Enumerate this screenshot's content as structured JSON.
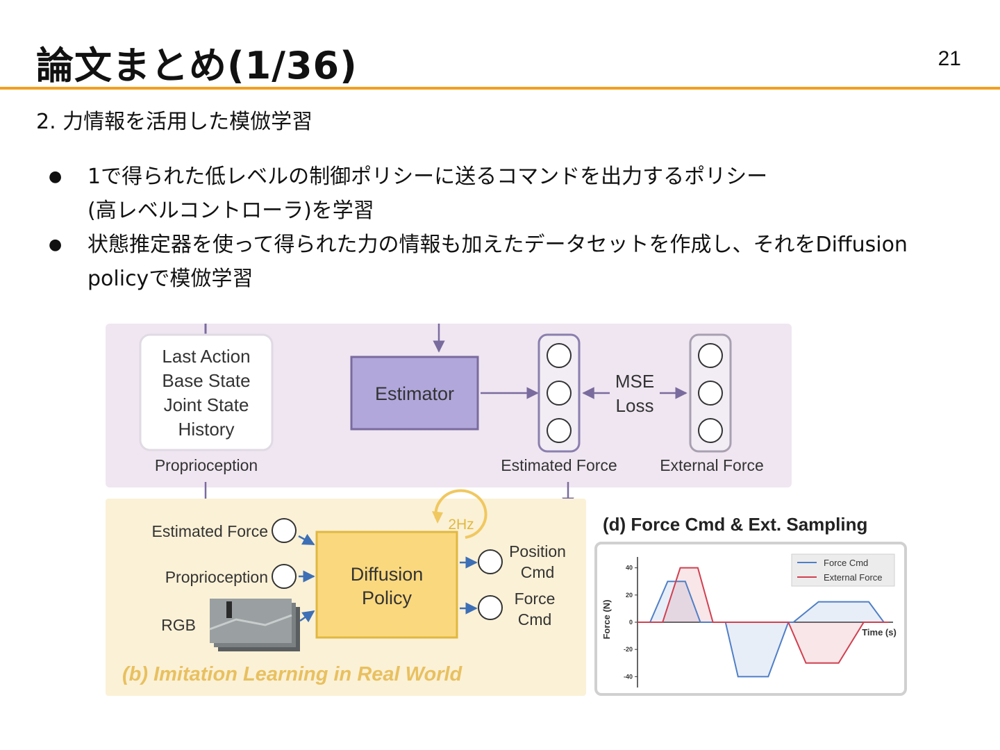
{
  "slide": {
    "title": "論文まとめ(1/36)",
    "page_number": "21",
    "subheading": "2. 力情報を活用した模倣学習",
    "bullets": [
      {
        "line1": "1で得られた低レベルの制御ポリシーに送るコマンドを出力するポリシー",
        "line2": "(高レベルコントローラ)を学習"
      },
      {
        "line1": "状態推定器を使って得られた力の情報も加えたデータセットを作成し、それをDiffusion",
        "line2": "policyで模倣学習"
      }
    ],
    "bullet_symbol": "●"
  },
  "figure": {
    "top_panel": {
      "proprio_lines": [
        "Last Action",
        "Base State",
        "Joint State",
        "History"
      ],
      "proprio_label": "Proprioception",
      "estimator_label": "Estimator",
      "estimated_force_label": "Estimated Force",
      "mse_line1": "MSE",
      "mse_line2": "Loss",
      "external_force_label": "External Force"
    },
    "bottom_panel": {
      "input_estimated_force": "Estimated Force",
      "input_proprioception": "Proprioception",
      "input_rgb": "RGB",
      "policy_line1": "Diffusion",
      "policy_line2": "Policy",
      "rate": "2Hz",
      "out_position_1": "Position",
      "out_position_2": "Cmd",
      "out_force_1": "Force",
      "out_force_2": "Cmd",
      "caption": "(b) Imitation Learning in Real World"
    },
    "colors": {
      "top_bg": "#efe6f1",
      "bottom_bg": "#fbf1d6",
      "estimator": "#b1a7db",
      "policy": "#fad87e",
      "accent": "#f0a020"
    }
  },
  "chart_data": {
    "type": "line",
    "title": "(d) Force Cmd & Ext. Sampling",
    "xlabel": "Time (s)",
    "ylabel": "Force (N)",
    "ylim": [
      -48,
      48
    ],
    "xlim": [
      0,
      100
    ],
    "yticks": [
      40,
      20,
      0,
      -20,
      -40
    ],
    "grid": false,
    "legend_position": "top-right",
    "series": [
      {
        "name": "Force Cmd",
        "color": "#4f7fc6",
        "x": [
          0,
          5,
          12,
          19,
          25,
          35,
          40,
          52,
          60,
          62,
          72,
          92,
          98,
          100
        ],
        "y": [
          0,
          0,
          30,
          30,
          0,
          0,
          -40,
          -40,
          0,
          0,
          15,
          15,
          0,
          0
        ]
      },
      {
        "name": "External Force",
        "color": "#d04050",
        "x": [
          0,
          10,
          17,
          24,
          30,
          60,
          67,
          80,
          90,
          100
        ],
        "y": [
          0,
          0,
          40,
          40,
          0,
          0,
          -30,
          -30,
          0,
          0
        ]
      }
    ]
  }
}
